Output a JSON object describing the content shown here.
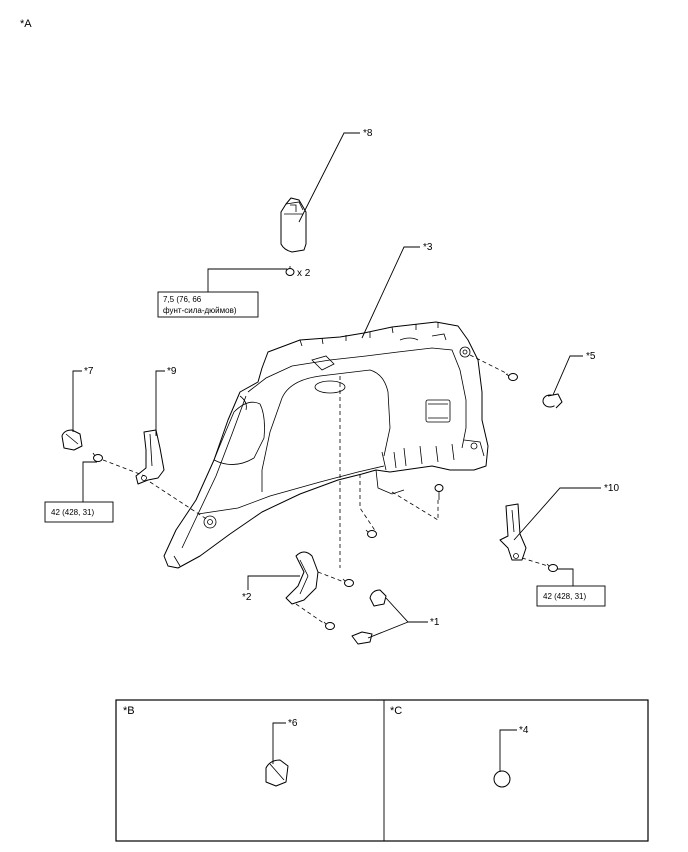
{
  "view_labels": {
    "main": "*A",
    "inset_b": "*B",
    "inset_c": "*C"
  },
  "callouts": {
    "c1": "*1",
    "c2": "*2",
    "c3": "*3",
    "c4": "*4",
    "c5": "*5",
    "c6": "*6",
    "c7": "*7",
    "c8": "*8",
    "c9": "*9",
    "c10": "*10"
  },
  "quantity": "x 2",
  "torque_specs": {
    "upper_line1": "7,5 (76, 66",
    "upper_line2": "фунт-сила-дюймов)",
    "left": "42 (428, 31)",
    "right": "42 (428, 31)"
  }
}
